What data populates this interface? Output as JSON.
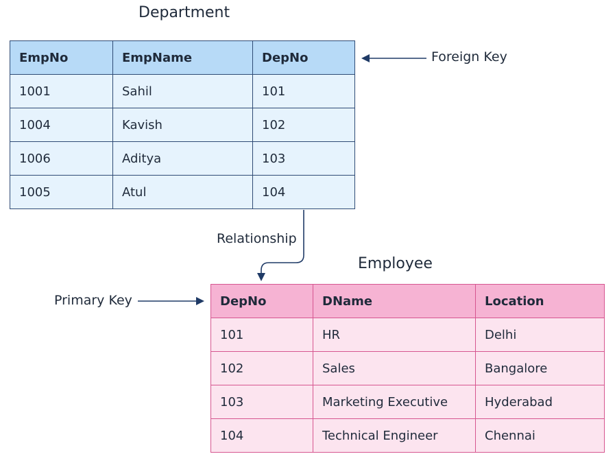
{
  "department": {
    "title": "Department",
    "headers": [
      "EmpNo",
      "EmpName",
      "DepNo"
    ],
    "rows": [
      [
        "1001",
        "Sahil",
        "101"
      ],
      [
        "1004",
        "Kavish",
        "102"
      ],
      [
        "1006",
        "Aditya",
        "103"
      ],
      [
        "1005",
        "Atul",
        "104"
      ]
    ]
  },
  "employee": {
    "title": "Employee",
    "headers": [
      "DepNo",
      "DName",
      "Location"
    ],
    "rows": [
      [
        "101",
        "HR",
        "Delhi"
      ],
      [
        "102",
        "Sales",
        "Bangalore"
      ],
      [
        "103",
        "Marketing Executive",
        "Hyderabad"
      ],
      [
        "104",
        "Technical Engineer",
        "Chennai"
      ]
    ]
  },
  "annotations": {
    "foreign_key": "Foreign Key",
    "relationship": "Relationship",
    "primary_key": "Primary Key"
  },
  "colors": {
    "department_header": "#b7daf7",
    "department_body": "#e6f3fd",
    "department_border": "#2e4a74",
    "employee_header": "#f6b3d3",
    "employee_body": "#fce4ef",
    "employee_border": "#d6558f",
    "arrow": "#1f3a66"
  }
}
